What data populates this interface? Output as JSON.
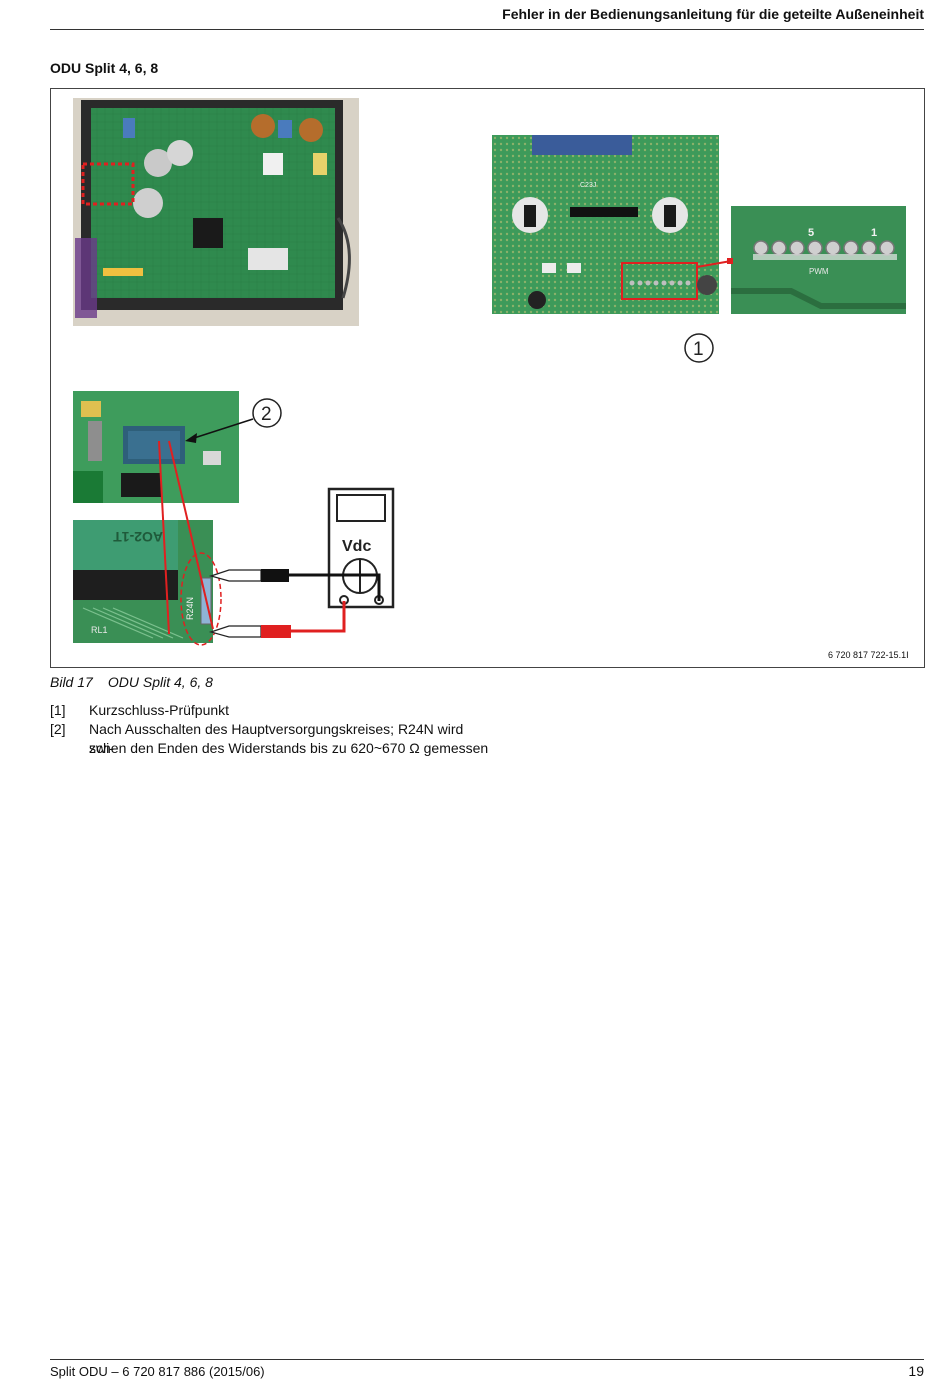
{
  "header": {
    "title": "Fehler in der Bedienungsanleitung für die geteilte Außeneinheit"
  },
  "section": {
    "title": "ODU Split 4, 6, 8"
  },
  "figure": {
    "callout_1": "1",
    "callout_2": "2",
    "meter_label": "Vdc",
    "connector_label": "PWM",
    "pin_5": "5",
    "pin_1": "1",
    "component_label": "R24N",
    "chip_label": "AO2-1T",
    "board_label": "RL1",
    "cap_label": "C23J",
    "figure_id": "6 720 817 722-15.1I"
  },
  "caption": {
    "number": "Bild 17",
    "text": "ODU Split 4, 6, 8"
  },
  "legend": [
    {
      "num": "[1]",
      "text": "Kurzschluss-Prüfpunkt"
    },
    {
      "num": "[2]",
      "text": "Nach Ausschalten des Hauptversorgungskreises; R24N wird zwi-"
    },
    {
      "num": "",
      "text": "schen den Enden des Widerstands bis zu 620~670 Ω gemessen"
    }
  ],
  "footer": {
    "left": "Split ODU – 6 720 817 886 (2015/06)",
    "page": "19"
  }
}
